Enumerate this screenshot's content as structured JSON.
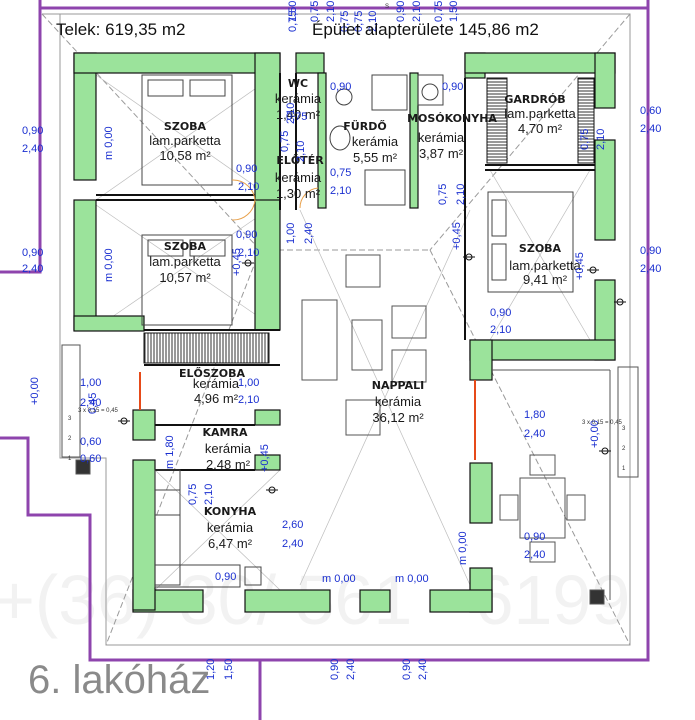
{
  "header": {
    "lot": "Telek: 619,35 m2",
    "footprint": "Épület alapterülete 145,86 m2"
  },
  "caption": "6. lakóház",
  "watermark": "+(36) 30/ 561 - 6199",
  "colors": {
    "wall_fill": "#9be39b",
    "wall_stroke": "#111111",
    "property_line": "#8e44ad",
    "dimension_text": "#1a2fd0",
    "roof_line": "#9a9a9a"
  },
  "rooms": [
    {
      "name": "SZOBA",
      "floor": "lam.parketta",
      "area": "10,58 m²"
    },
    {
      "name": "SZOBA",
      "floor": "lam.parketta",
      "area": "10,57 m²"
    },
    {
      "name": "WC",
      "floor": "kerámia",
      "area": "1,40 m²"
    },
    {
      "name": "FÜRDŐ",
      "floor": "kerámia",
      "area": "5,55 m²"
    },
    {
      "name": "MOSÓKONYHA",
      "floor": "kerámia",
      "area": "3,87 m²"
    },
    {
      "name": "GARDRÓB",
      "floor": "lam.parketta",
      "area": "4,70 m²"
    },
    {
      "name": "ELŐTÉR",
      "floor": "kerámia",
      "area": "1,30 m²"
    },
    {
      "name": "SZOBA",
      "floor": "lam.parketta",
      "area": "9,41 m²"
    },
    {
      "name": "ELŐSZOBA",
      "floor": "kerámia",
      "area": "4,96 m²"
    },
    {
      "name": "NAPPALI",
      "floor": "kerámia",
      "area": "36,12 m²"
    },
    {
      "name": "KAMRA",
      "floor": "kerámia",
      "area": "2,48 m²"
    },
    {
      "name": "KONYHA",
      "floor": "kerámia",
      "area": "6,47 m²"
    }
  ],
  "dims": {
    "d1": "0,90",
    "d2": "2,40",
    "d3": "m 0,00",
    "d4": "0,90",
    "d5": "2,10",
    "d6": "0,75",
    "d7": "2,10",
    "d8": "0,75",
    "d9": "2,10",
    "d10": "0,90",
    "d11": "0,75",
    "d12": "2,10",
    "d13": "0,60",
    "d14": "2,40",
    "d15": "0,75",
    "d16": "2,10",
    "d17": "0,90",
    "d18": "2,40",
    "d19": "0,90",
    "d20": "2,40",
    "d21": "m 0,00",
    "d22": "0,90",
    "d23": "2,10",
    "d24": "+0,45",
    "d25": "1,00",
    "d26": "2,40",
    "d27": "0,75",
    "d28": "2,10",
    "d29": "+0,45",
    "d30": "0,90",
    "d31": "2,40",
    "d32": "m 0,00",
    "d33": "+0,45",
    "d34": "0,90",
    "d35": "2,10",
    "d36": "+0,00",
    "d37": "1,00",
    "d38": "2,40",
    "d39": "0,45",
    "d40": "1,00",
    "d41": "2,10",
    "d42": "0,60",
    "d43": "0,60",
    "d44": "m 1,80",
    "d45": "+0,45",
    "d46": "1,80",
    "d47": "2,40",
    "d48": "+0,00",
    "d49": "0,45",
    "d50": "0,75",
    "d51": "2,10",
    "d52": "+0,45",
    "d53": "2,60",
    "d54": "2,40",
    "d55": "m 0,00",
    "d56": "0,90",
    "d57": "2,40",
    "d58": "0,90",
    "d59": "m 0,00",
    "d60": "m 0,00",
    "d61": "1,20",
    "d62": "1,50",
    "d63": "0,90",
    "d64": "2,40",
    "d65": "0,90",
    "d66": "2,40",
    "d67": "0,75",
    "d68": "2,10",
    "d69": "0,90",
    "d70": "2,10",
    "d71": "0,75",
    "d72": "0,75",
    "d73": "0,75",
    "d74": "2,10",
    "d75": "1,50",
    "d76": "0,75",
    "d77": "1,50"
  },
  "symbols": {
    "s1": "3 x 0,15 = 0,45",
    "s2": "3 x 0,15 = 0,45",
    "s3": "1",
    "s4": "2",
    "s5": "3",
    "s6": "1",
    "s7": "2",
    "s8": "3",
    "s9": "S"
  }
}
